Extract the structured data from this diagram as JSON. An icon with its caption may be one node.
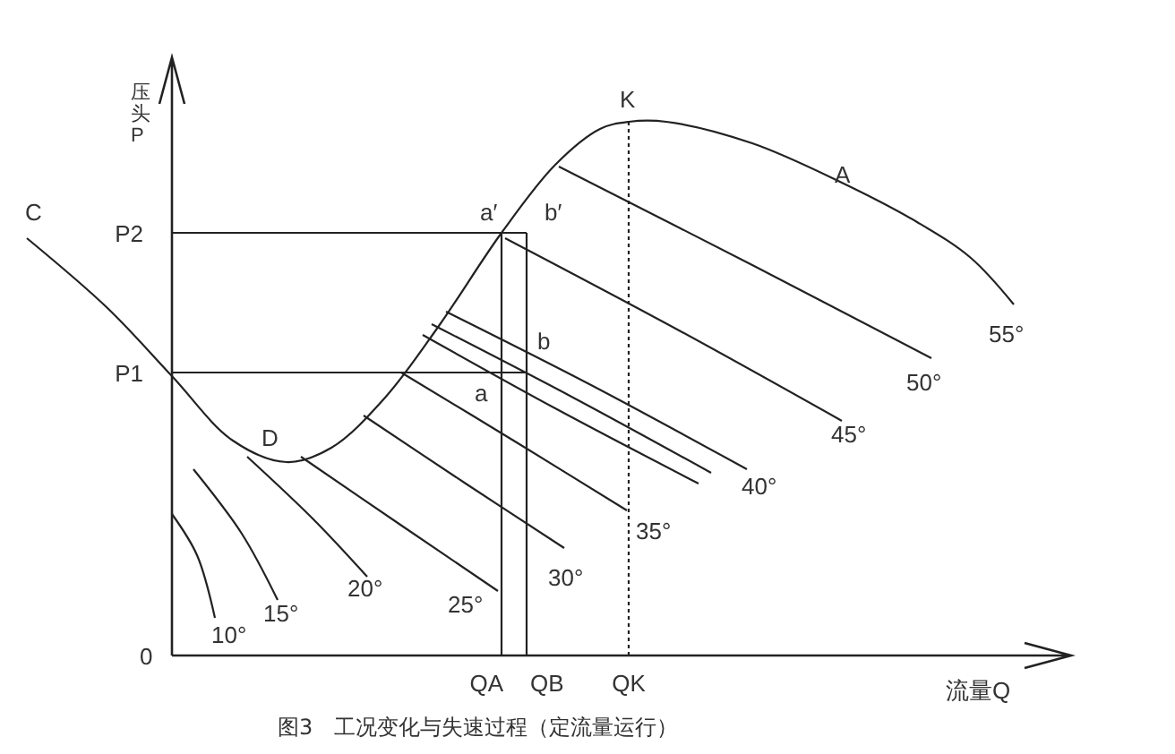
{
  "diagram": {
    "caption": "图3　工况变化与失速过程（定流量运行）",
    "labels": [
      "压头P",
      "P2",
      "P1",
      "C",
      "a′",
      "b′",
      "K",
      "A",
      "a",
      "b",
      "D",
      "55°",
      "50°",
      "45°",
      "40°",
      "35°",
      "30°",
      "25°",
      "20°",
      "15°",
      "10°",
      "0",
      "QA",
      "QB",
      "QK",
      "流量Q"
    ]
  }
}
